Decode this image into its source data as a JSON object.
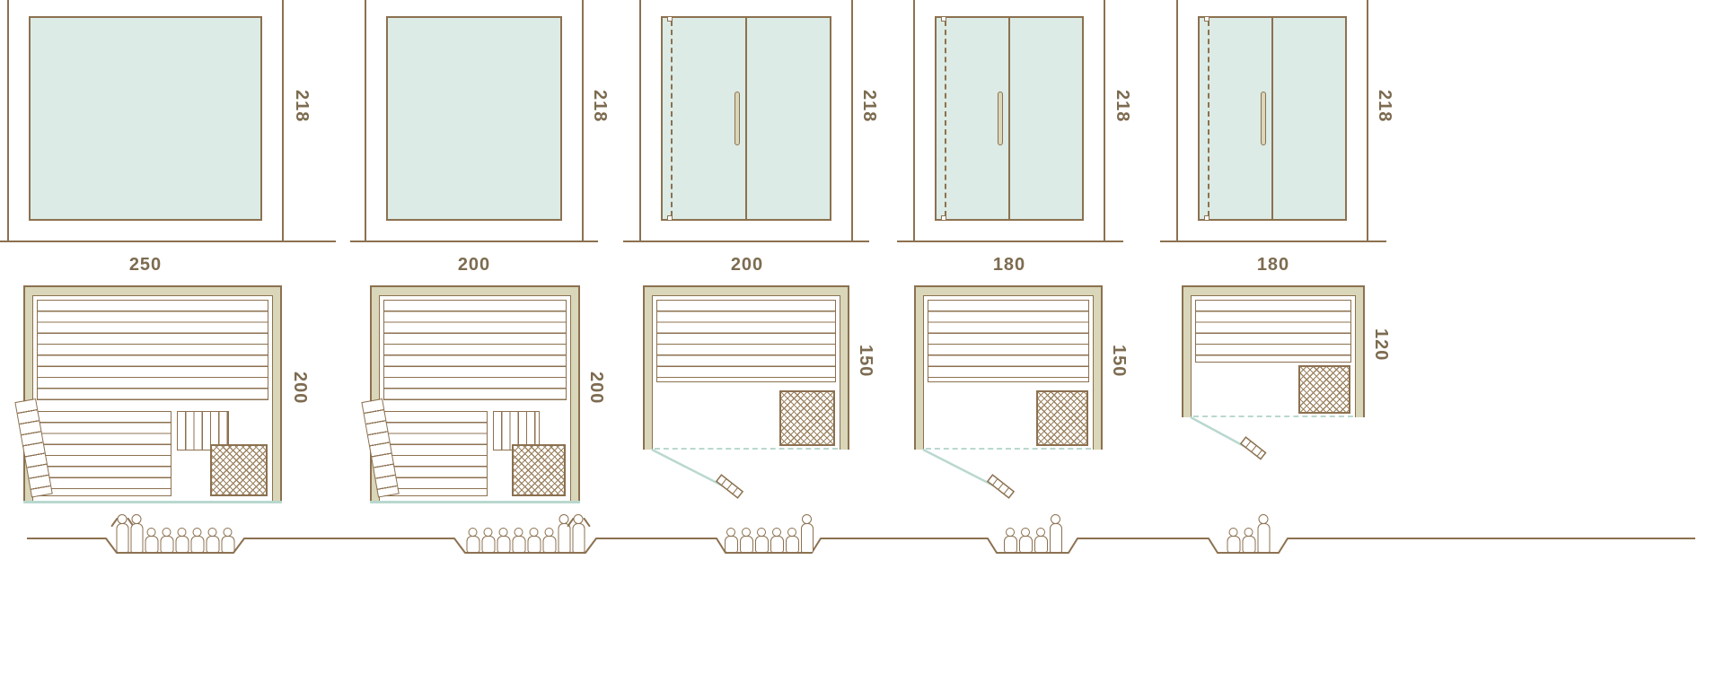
{
  "colors": {
    "line": "#8c7150",
    "text": "#7d6b50",
    "glass": "#dcebe5",
    "wall": "#d9d6b9",
    "accent": "#b9d8cf",
    "hatch": "#9b8260"
  },
  "columns": [
    {
      "width_label": "250",
      "height_label": "218",
      "depth_label": "200",
      "front_type": "fixed glass panel",
      "door": "side hinged door open left",
      "people": [
        "arms-up",
        "standing",
        "seated",
        "seated",
        "seated",
        "seated",
        "seated",
        "seated"
      ]
    },
    {
      "width_label": "200",
      "height_label": "218",
      "depth_label": "200",
      "front_type": "fixed glass panel",
      "door": "side hinged door open left",
      "people": [
        "seated",
        "seated",
        "seated",
        "seated",
        "seated",
        "seated",
        "standing",
        "arms-up"
      ]
    },
    {
      "width_label": "200",
      "height_label": "218",
      "depth_label": "150",
      "front_type": "double glass door",
      "door": "front glass door swing",
      "people": [
        "seated",
        "seated",
        "seated",
        "seated",
        "seated",
        "standing"
      ]
    },
    {
      "width_label": "180",
      "height_label": "218",
      "depth_label": "150",
      "front_type": "double glass door",
      "door": "front glass door swing",
      "people": [
        "seated",
        "seated",
        "seated",
        "standing"
      ]
    },
    {
      "width_label": "180",
      "height_label": "218",
      "depth_label": "120",
      "front_type": "double glass door",
      "door": "front glass door swing",
      "people": [
        "seated",
        "seated",
        "standing"
      ]
    }
  ]
}
